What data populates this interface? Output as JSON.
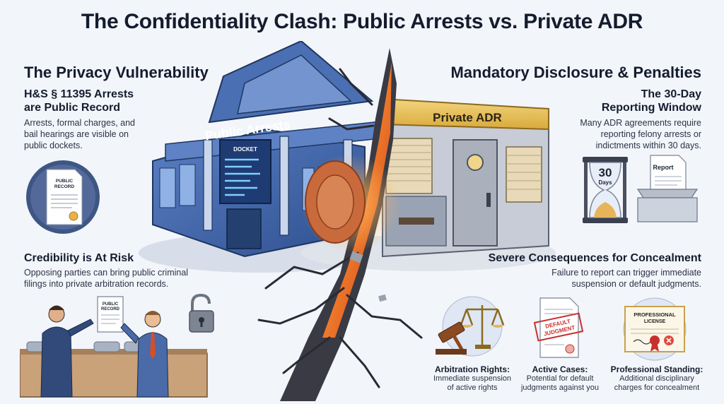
{
  "title": "The Confidentiality Clash: Public Arrests vs. Private ADR",
  "left": {
    "heading": "The Privacy Vulnerability",
    "subheading_line1": "H&S § 11395 Arrests",
    "subheading_line2": "are Public Record",
    "text_line1": "Arrests, formal charges, and",
    "text_line2": "bail hearings are visible on",
    "text_line3": "public dockets.",
    "doc_label_line1": "PUBLIC",
    "doc_label_line2": "RECORD",
    "risk_heading": "Credibility is At Risk",
    "risk_text_line1": "Opposing parties can bring public criminal",
    "risk_text_line2": "filings into private arbitration records.",
    "held_doc_line1": "PUBLIC",
    "held_doc_line2": "RECORD"
  },
  "center": {
    "public_building_label": "Public Arrests",
    "docket_label": "DOCKET",
    "private_building_label": "Private ADR"
  },
  "right": {
    "heading": "Mandatory Disclosure & Penalties",
    "subheading_line1": "The 30-Day",
    "subheading_line2": "Reporting Window",
    "text_line1": "Many ADR agreements require",
    "text_line2": "reporting felony arrests or",
    "text_line3": "indictments within 30 days.",
    "hourglass_number": "30",
    "hourglass_unit": "Days",
    "report_label": "Report",
    "consequences_heading": "Severe Consequences for Concealment",
    "consequences_text_line1": "Failure to report can trigger immediate",
    "consequences_text_line2": "suspension or default judgments.",
    "default_stamp_line1": "DEFAULT",
    "default_stamp_line2": "JUDGMENT",
    "license_line1": "PROFESSIONAL",
    "license_line2": "LICENSE",
    "items": [
      {
        "title": "Arbitration Rights:",
        "line1": "Immediate suspension",
        "line2": "of active rights"
      },
      {
        "title": "Active Cases:",
        "line1": "Potential for default",
        "line2": "judgments against you"
      },
      {
        "title": "Professional Standing:",
        "line1": "Additional disciplinary",
        "line2": "charges for concealment"
      }
    ]
  },
  "colors": {
    "public_blue": "#3f64a8",
    "private_gold": "#e8c25a",
    "crack_orange": "#f07a2a",
    "seal_red": "#c86a3c"
  }
}
